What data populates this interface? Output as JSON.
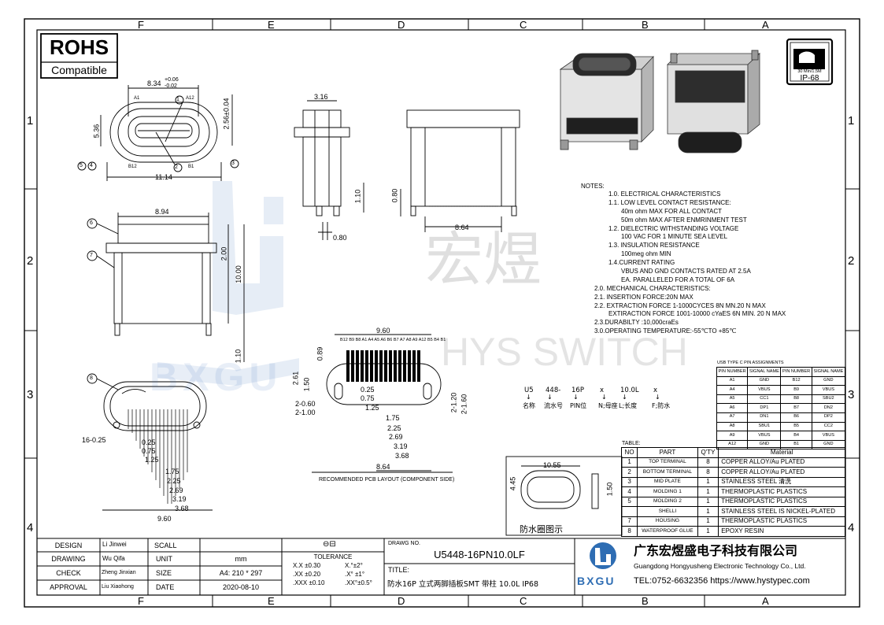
{
  "rohs": {
    "line1": "ROHS",
    "line2": "Compatible"
  },
  "ip_badge": {
    "small": "30 Min/1.5M",
    "label": "IP-68"
  },
  "frame": {
    "letters": [
      "F",
      "E",
      "D",
      "C",
      "B",
      "A"
    ],
    "numbers": [
      "1",
      "2",
      "3",
      "4"
    ]
  },
  "watermark": {
    "cn": "宏煜",
    "en": "HYS SWITCH",
    "brand": "BXGU"
  },
  "dims": {
    "top_width": "8.34",
    "top_tol_plus": "+0.06",
    "top_tol_minus": "-0.02",
    "pin_a1": "A1",
    "pin_a12": "A12",
    "pin_b12": "B12",
    "pin_b1": "B1",
    "h_536": "5.36",
    "h_256": "2.56±0.04",
    "w_1114": "11.14",
    "side_w": "3.16",
    "side_h": "1.10",
    "side_p": "0.80",
    "front_h": "0.80",
    "front_w": "8.64",
    "body_w": "8.94",
    "body_h1": "2.00",
    "body_h2": "10.00",
    "body_h3": "1.10",
    "d_960": "9.60",
    "d_089": "0.89",
    "d_261": "2.61",
    "d_150": "1.50",
    "d_260": "2-0.60",
    "d_2100": "2-1.00",
    "d_025": "0.25",
    "d_075": "0.75",
    "d_125": "1.25",
    "d_175": "1.75",
    "d_225": "2.25",
    "d_269": "2.69",
    "d_319": "3.19",
    "d_368": "3.68",
    "d_864": "8.64",
    "d_2120": "2-1.20",
    "d_2160": "2-1.60",
    "d_16025": "16-0.25",
    "d_b025": "0.25",
    "d_b075": "0.75",
    "d_b125": "1.25",
    "d_b175": "1.75",
    "d_b225": "2.25",
    "d_b269": "2.69",
    "d_b319": "3.19",
    "d_b368": "3.68",
    "d_b960": "9.60",
    "pad_note": "RECOMMENDED PCB LAYOUT (COMPONENT SIDE)",
    "gasket_w": "10.55",
    "gasket_h": "4.45",
    "gasket_t": "1.50",
    "gasket_label": "防水圈图示",
    "pin_top": "B12 B9 B8 A1 A4 A5 A6 B6 B7 A7 A8 A9 A12 B5 B4 B1",
    "c1": "1",
    "c2": "2",
    "c3": "3",
    "c4": "4",
    "c5": "5",
    "c6": "6",
    "c7": "7",
    "c8": "8"
  },
  "notes": {
    "title": "NOTES:",
    "lines": [
      {
        "t": "1.0. ELECTRICAL CHARACTERISTICS",
        "l": 1
      },
      {
        "t": "1.1. LOW LEVEL CONTACT RESISTANCE:",
        "l": 1
      },
      {
        "t": "40m ohm MAX FOR ALL CONTACT",
        "l": 2
      },
      {
        "t": "50m ohm MAX AFTER ENMRINMENT TEST",
        "l": 2
      },
      {
        "t": "1.2. DIELECTRIC WITHSTANDING VOLTAGE",
        "l": 1
      },
      {
        "t": "100 VAC FOR 1 MINUTE SEA LEVEL",
        "l": 2
      },
      {
        "t": "1.3. INSULATION RESISTANCE",
        "l": 1
      },
      {
        "t": "100meg ohm MIN",
        "l": 2
      },
      {
        "t": "1.4.CURRENT RATING",
        "l": 1
      },
      {
        "t": "VBUS AND GND CONTACTS RATED AT 2.5A",
        "l": 2
      },
      {
        "t": "EA. PARALLELED FOR A TOTAL OF 6A",
        "l": 2
      },
      {
        "t": "2.0. MECHANICAL CHARACTERISTICS:",
        "l": 0
      },
      {
        "t": "2.1. INSERTION FORCE:20N MAX",
        "l": 0
      },
      {
        "t": "2.2. EXTRACTION FORCE 1-1000CYCES 8N MN.20  N MAX",
        "l": 0
      },
      {
        "t": "EXTIRACTION FORCE 1001-10000 cYaES 6N MIN. 20 N MAX",
        "l": 1
      },
      {
        "t": "2.3.DURABILTY :10,000craEs",
        "l": 0
      },
      {
        "t": "3.0.OPERATING TEMPERATURE:-55℃TO +85℃",
        "l": 0
      }
    ]
  },
  "part_code": {
    "codes": [
      "U5",
      "448-",
      "16P",
      "x",
      "10.0L",
      "x"
    ],
    "meanings": [
      "名称",
      "流水号",
      "PIN位",
      "N;母座",
      "L;长度",
      "F;防水"
    ]
  },
  "pin_table": {
    "title": "USB TYPE C PIN ASSIGNMENTS",
    "headers": [
      "PIN NUMBER",
      "SIGNAL NAME",
      "PIN NUMBER",
      "SIGNAL NAME"
    ],
    "rows": [
      [
        "A1",
        "GND",
        "B12",
        "GND"
      ],
      [
        "A4",
        "VBUS",
        "B9",
        "VBUS"
      ],
      [
        "A5",
        "CC1",
        "B8",
        "SBU2"
      ],
      [
        "A6",
        "DP1",
        "B7",
        "DN2"
      ],
      [
        "A7",
        "DN1",
        "B6",
        "DP2"
      ],
      [
        "A8",
        "SBU1",
        "B5",
        "CC2"
      ],
      [
        "A9",
        "VBUS",
        "B4",
        "VBUS"
      ],
      [
        "A12",
        "GND",
        "B1",
        "GND"
      ]
    ]
  },
  "part_table": {
    "title": "TABLE:",
    "headers": [
      "NO",
      "PART",
      "Q'TY",
      "Material"
    ],
    "rows": [
      [
        "1",
        "TOP TERMINAL",
        "8",
        "COPPER ALLOY/Au PLATED"
      ],
      [
        "2",
        "BOTTOM TERMINAL",
        "8",
        "COPPER ALLOY/Au PLATED"
      ],
      [
        "3",
        "MID PLATE",
        "1",
        "STAINLESS STEEL 清洗"
      ],
      [
        "4",
        "MOLDING 1",
        "1",
        "THERMOPLASTIC PLASTICS"
      ],
      [
        "5",
        "MOLDING 2",
        "1",
        "THERMOPLASTIC PLASTICS"
      ],
      [
        "",
        "SHELLI",
        "1",
        "STAINLESS STEEL IS NICKEL-PLATED"
      ],
      [
        "7",
        "HOUSING",
        "1",
        "THERMOPLASTIC PLASTICS"
      ],
      [
        "8",
        "WATERPROOF GLUE",
        "1",
        "EPOXY RESIN"
      ]
    ]
  },
  "title_block": {
    "design_label": "DESIGN",
    "design": "Li Jinwei",
    "drawing_label": "DRAWING",
    "drawing": "Wu Qifa",
    "check_label": "CHECK",
    "check": "Zheng Jinxian",
    "approval_label": "APPROVAL",
    "approval": "Liu Xiaohong",
    "scale_label": "SCALL",
    "unit_label": "UNIT",
    "size_label": "SIZE",
    "date_label": "DATE",
    "unit": "mm",
    "size": "A4: 210 * 297",
    "date": "2020-08-10",
    "tol_title": "TOLERANCE",
    "tol1": "X.X  ±0.30",
    "tol2": ".XX  ±0.20",
    "tol3": ".XXX  ±0.10",
    "ang1": "X.°±2°",
    "ang2": ".X° ±1°",
    "ang3": ".XX°±0.5°",
    "dwg_label": "DRAWG NO.",
    "dwg_no": "U5448-16PN10.0LF",
    "title_label": "TITLE:",
    "title": "防水16P 立式两脚插板SMT 带柱 10.0L IP68",
    "company_cn": "广东宏煜盛电子科技有限公司",
    "company_en": "Guangdong Hongyusheng Electronic Technology Co., Ltd.",
    "contact": "TEL:0752-6632356  https://www.hystypec.com",
    "logo": "BXGU"
  }
}
